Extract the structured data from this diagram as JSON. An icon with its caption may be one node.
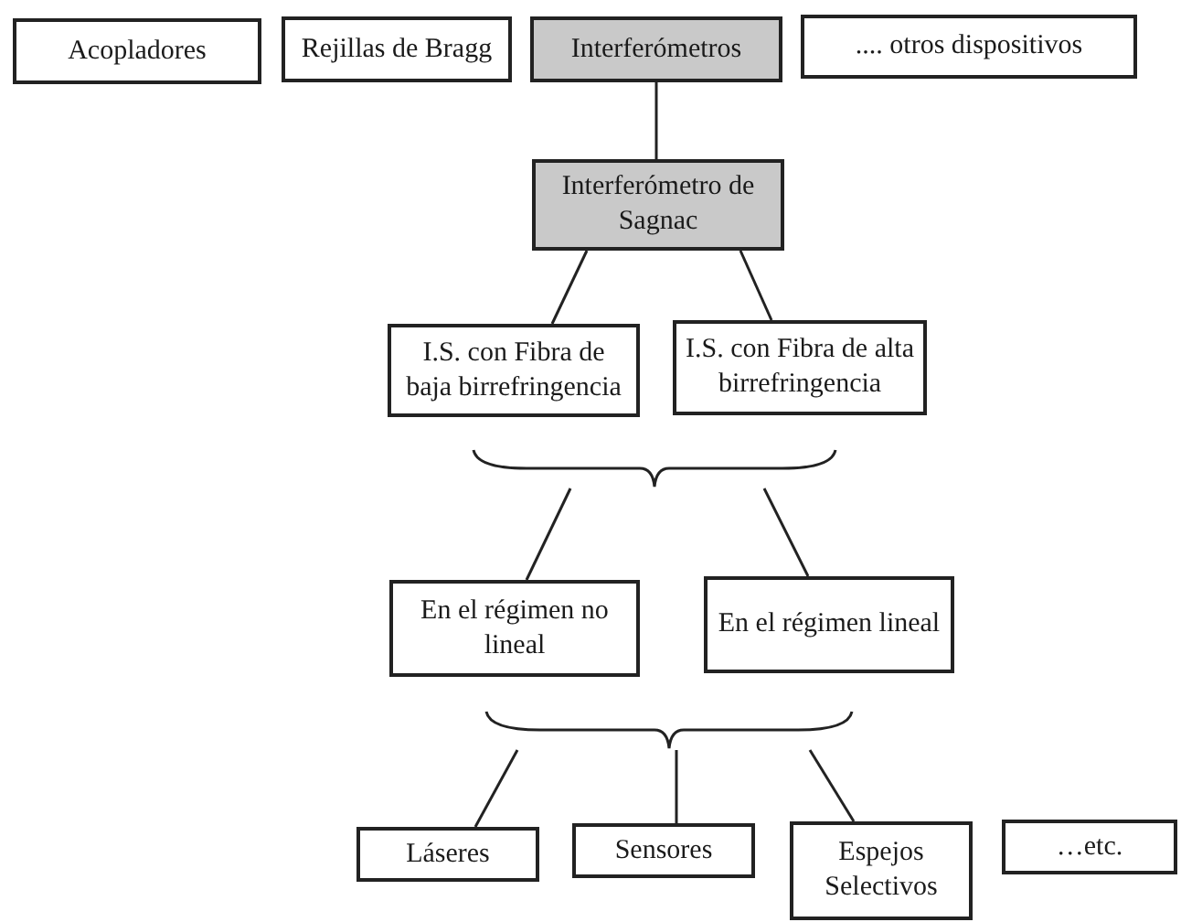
{
  "diagram": {
    "nodes": [
      {
        "text": [
          "Acopladores"
        ]
      },
      {
        "text": [
          "Rejillas de Bragg"
        ]
      },
      {
        "text": [
          "Interferómetros"
        ]
      },
      {
        "text": [
          ".... otros dispositivos"
        ]
      },
      {
        "text": [
          "Interferómetro de Sagnac"
        ]
      },
      {
        "text": [
          "I.S. con Fibra de baja birrefringencia"
        ]
      },
      {
        "text": [
          "I.S. con Fibra de alta birrefringencia"
        ]
      },
      {
        "text": [],
        "shape": "brace"
      },
      {
        "text": [
          "En el régimen no lineal"
        ]
      },
      {
        "text": [
          "En el régimen lineal"
        ]
      },
      {
        "text": [],
        "shape": "brace"
      },
      {
        "text": [
          "Láseres"
        ]
      },
      {
        "text": [
          "Sensores"
        ]
      },
      {
        "text": [
          "Espejos Selectivos"
        ]
      },
      {
        "text": [
          "…etc."
        ]
      }
    ],
    "edges": [
      {
        "from": 2,
        "to": 4,
        "arrow": "none"
      },
      {
        "from": 4,
        "to": 5,
        "arrow": "none"
      },
      {
        "from": 4,
        "to": 6,
        "arrow": "none"
      },
      {
        "from": 7,
        "to": 8,
        "arrow": "none"
      },
      {
        "from": 7,
        "to": 9,
        "arrow": "none"
      },
      {
        "from": 10,
        "to": 11,
        "arrow": "none"
      },
      {
        "from": 10,
        "to": 12,
        "arrow": "none"
      },
      {
        "from": 10,
        "to": 13,
        "arrow": "none"
      }
    ]
  }
}
